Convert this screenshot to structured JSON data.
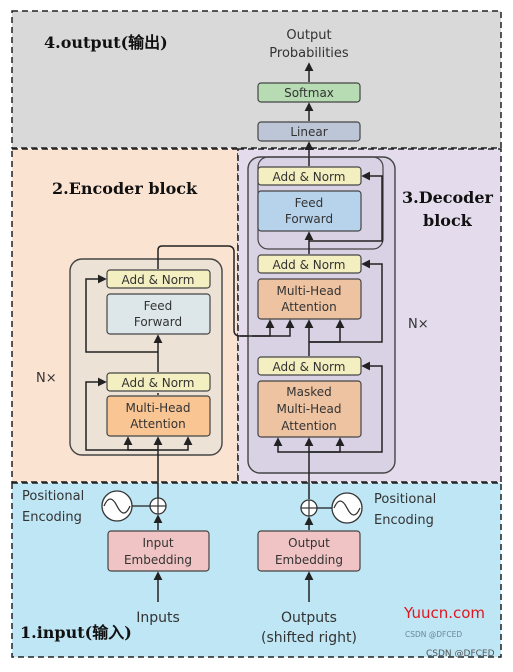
{
  "regions": {
    "output": "4.output(输出)",
    "encoder": "2.Encoder block",
    "decoder_line1": "3.Decoder",
    "decoder_line2": "block",
    "input": "1.input(输入)"
  },
  "top": {
    "output_prob_line1": "Output",
    "output_prob_line2": "Probabilities",
    "softmax": "Softmax",
    "linear": "Linear"
  },
  "encoder": {
    "add_norm_top": "Add & Norm",
    "ff_line1": "Feed",
    "ff_line2": "Forward",
    "add_norm_bottom": "Add & Norm",
    "mha_line1": "Multi-Head",
    "mha_line2": "Attention",
    "nx": "N×"
  },
  "decoder": {
    "add_norm_top": "Add & Norm",
    "ff_line1": "Feed",
    "ff_line2": "Forward",
    "add_norm_mid": "Add & Norm",
    "mha_line1": "Multi-Head",
    "mha_line2": "Attention",
    "add_norm_bottom": "Add & Norm",
    "masked_line1": "Masked",
    "masked_line2": "Multi-Head",
    "masked_line3": "Attention",
    "nx": "N×"
  },
  "inputs": {
    "pos_enc_left_line1": "Positional",
    "pos_enc_left_line2": "Encoding",
    "pos_enc_right_line1": "Positional",
    "pos_enc_right_line2": "Encoding",
    "input_emb_line1": "Input",
    "input_emb_line2": "Embedding",
    "output_emb_line1": "Output",
    "output_emb_line2": "Embedding",
    "inputs_label": "Inputs",
    "outputs_line1": "Outputs",
    "outputs_line2": "(shifted right)"
  },
  "watermarks": {
    "yuucn": "Yuucn.com",
    "csdn1": "CSDN @DFCED",
    "csdn2": "CSDN @DFCED"
  },
  "colors": {
    "output_region": "#d9d9d9",
    "encoder_region": "#fbe3d2",
    "decoder_region": "#e4dcec",
    "input_region": "#bfe6f5",
    "add_norm": "#f4efc0",
    "feed_forward_enc": "#dde7ea",
    "feed_forward_dec": "#b7d3ec",
    "attention": "#f8c593",
    "attention_dec": "#eec3a2",
    "embedding": "#f0c4c4",
    "softmax": "#b7dcb3",
    "linear": "#bcc6d6",
    "yuucn_red": "#e0161e"
  }
}
